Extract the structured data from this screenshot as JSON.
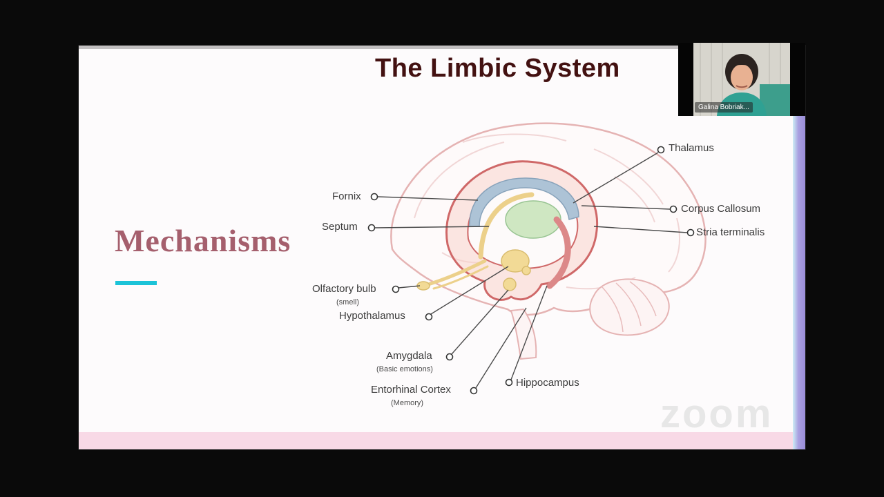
{
  "window": {
    "watermark": "zoom"
  },
  "webcam": {
    "participant_name": "Galina Bobriak..."
  },
  "slide": {
    "title": "The Limbic System",
    "heading": "Mechanisms",
    "diagram_labels": [
      {
        "text": "Thalamus"
      },
      {
        "text": "Corpus Callosum"
      },
      {
        "text": "Stria terminalis"
      },
      {
        "text": "Fornix"
      },
      {
        "text": "Septum"
      },
      {
        "text": "Olfactory bulb",
        "sub": "(smell)"
      },
      {
        "text": "Hypothalamus"
      },
      {
        "text": "Amygdala",
        "sub": "(Basic emotions)"
      },
      {
        "text": "Entorhinal Cortex",
        "sub": "(Memory)"
      },
      {
        "text": "Hippocampus"
      }
    ],
    "colors": {
      "title": "#431111",
      "heading": "#a55f6d",
      "accent_teal": "#1cc3d8",
      "bottom_strip_pink": "#f8d9e6",
      "side_stripe_purple": "#9a8ed8",
      "limbic_red": "#cf6868",
      "corpus_callosum_blue": "#adc3d6",
      "thalamus_green": "#cfe7c2",
      "hypothalamus_yellow": "#f2da96"
    }
  }
}
